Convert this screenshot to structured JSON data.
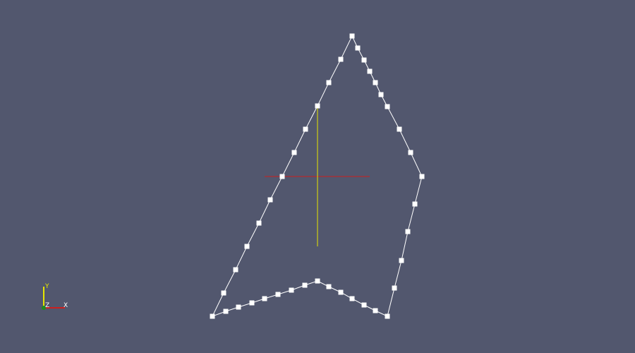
{
  "viewport": {
    "background_color": "#52576e"
  },
  "outline": {
    "line_color": "#ffffff",
    "point_color": "#ffffff",
    "points": [
      [
        499,
        51
      ],
      [
        507,
        68
      ],
      [
        516,
        85
      ],
      [
        524,
        101
      ],
      [
        532,
        117
      ],
      [
        540,
        134
      ],
      [
        549,
        151
      ],
      [
        566,
        183
      ],
      [
        582,
        216
      ],
      [
        598,
        250
      ],
      [
        588,
        289
      ],
      [
        578,
        328
      ],
      [
        569,
        369
      ],
      [
        559,
        408
      ],
      [
        549,
        448
      ],
      [
        532,
        440
      ],
      [
        516,
        432
      ],
      [
        499,
        423
      ],
      [
        483,
        414
      ],
      [
        466,
        406
      ],
      [
        450,
        398
      ],
      [
        432,
        404
      ],
      [
        413,
        411
      ],
      [
        394,
        417
      ],
      [
        375,
        423
      ],
      [
        357,
        429
      ],
      [
        338,
        435
      ],
      [
        320,
        441
      ],
      [
        301,
        448
      ],
      [
        317,
        415
      ],
      [
        334,
        382
      ],
      [
        350,
        349
      ],
      [
        367,
        316
      ],
      [
        383,
        283
      ],
      [
        400,
        250
      ],
      [
        417,
        216
      ],
      [
        433,
        183
      ],
      [
        450,
        150
      ],
      [
        466,
        117
      ],
      [
        483,
        84
      ]
    ]
  },
  "crosshair": {
    "horizontal_color": "#cc1f1f",
    "vertical_color": "#e6e600"
  },
  "orientation_axes": {
    "y_label": "Y",
    "z_label": "Z",
    "x_label": "X",
    "y_color": "#e6e600",
    "x_color": "#cc1f1f",
    "z_color": "#1e8a1e"
  }
}
